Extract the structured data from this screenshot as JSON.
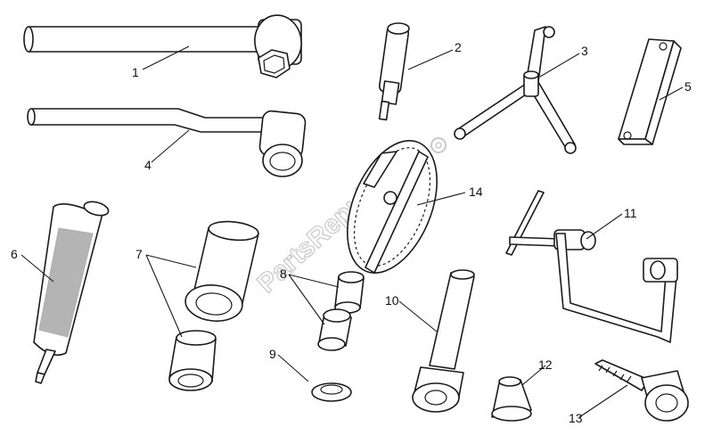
{
  "watermark": "PartsRepublik",
  "callouts": {
    "n1": "1",
    "n2": "2",
    "n3": "3",
    "n4": "4",
    "n5": "5",
    "n6": "6",
    "n7": "7",
    "n8": "8",
    "n9": "9",
    "n10": "10",
    "n11": "11",
    "n12": "12",
    "n13": "13",
    "n14": "14"
  },
  "colors": {
    "line": "#1a1a1a",
    "watermark": "#c8c8c8",
    "background": "#ffffff"
  }
}
